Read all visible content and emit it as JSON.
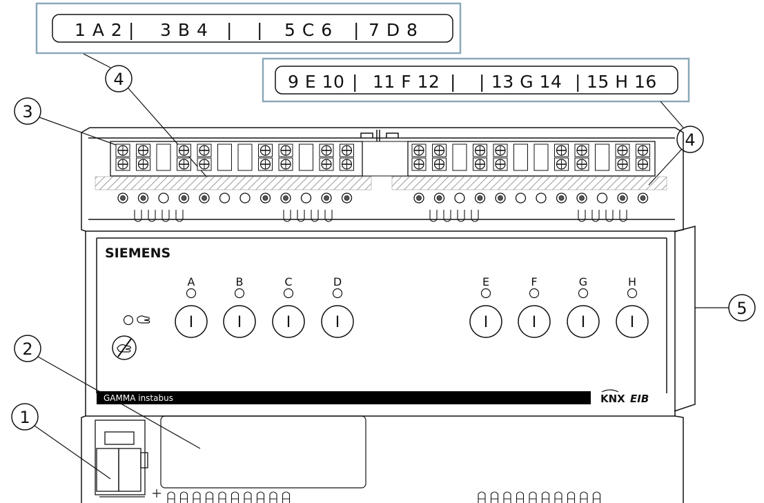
{
  "terminal_labels": {
    "left": [
      "1 A 2",
      "|",
      "3 B 4",
      "|",
      "|",
      "5 C 6",
      "|",
      "7 D 8"
    ],
    "right": [
      "9 E 10",
      "|",
      "11 F 12",
      "|",
      "|",
      "13 G 14",
      "|",
      "15 H 16"
    ]
  },
  "callouts": [
    "1",
    "2",
    "3",
    "4",
    "4",
    "5"
  ],
  "device": {
    "brand": "SIEMENS",
    "channels": [
      "A",
      "B",
      "C",
      "D",
      "E",
      "F",
      "G",
      "H"
    ],
    "button_symbol": "I",
    "strip_text": "GAMMA instabus",
    "logo_knx": "KNX",
    "logo_eib": "EIB",
    "manual_icon": "hand-icon",
    "manual_off_icon": "hand-crossed-icon"
  }
}
